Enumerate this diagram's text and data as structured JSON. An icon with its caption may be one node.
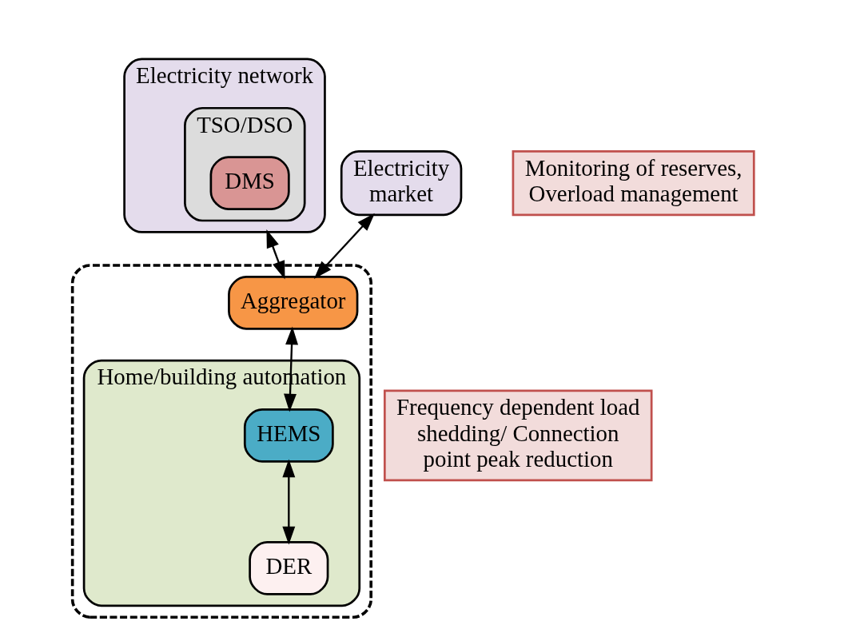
{
  "diagram": {
    "nodes": [
      {
        "text": [
          "Electricity network"
        ]
      },
      {
        "text": [
          "TSO/DSO"
        ],
        "in": 0
      },
      {
        "text": [
          "DMS"
        ],
        "in": 1
      },
      {
        "text": [
          "Electricity market"
        ]
      },
      {
        "text": [],
        "shape": "box"
      },
      {
        "text": [
          "Aggregator"
        ],
        "in": 4
      },
      {
        "text": [
          "Home/building automation"
        ],
        "in": 4
      },
      {
        "text": [
          "HEMS"
        ],
        "in": 6
      },
      {
        "text": [
          "DER"
        ],
        "in": 6
      },
      {
        "text": [
          "Monitoring of reserves, Overload management"
        ]
      },
      {
        "text": [
          "Frequency dependent load shedding/ Connection point peak reduction"
        ]
      }
    ],
    "edges": [
      {
        "from": 3,
        "to": 5,
        "arrow": "both"
      },
      {
        "from": 0,
        "to": 5,
        "arrow": "both"
      },
      {
        "from": 5,
        "to": 7,
        "arrow": "both"
      },
      {
        "from": 7,
        "to": 8,
        "arrow": "both"
      }
    ]
  }
}
